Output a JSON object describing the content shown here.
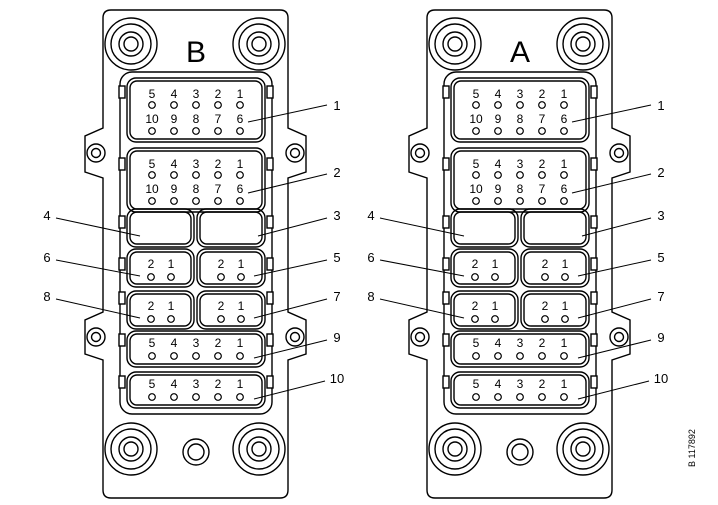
{
  "blocks": [
    {
      "label": "B",
      "connectors": {
        "c1": {
          "row1": [
            "5",
            "4",
            "3",
            "2",
            "1"
          ],
          "row2": [
            "10",
            "9",
            "8",
            "7",
            "6"
          ]
        },
        "c2": {
          "row1": [
            "5",
            "4",
            "3",
            "2",
            "1"
          ],
          "row2": [
            "10",
            "9",
            "8",
            "7",
            "6"
          ]
        },
        "c6": [
          "2",
          "1"
        ],
        "c5": [
          "2",
          "1"
        ],
        "c8": [
          "2",
          "1"
        ],
        "c7": [
          "2",
          "1"
        ],
        "c9": [
          "5",
          "4",
          "3",
          "2",
          "1"
        ],
        "c10": [
          "5",
          "4",
          "3",
          "2",
          "1"
        ]
      }
    },
    {
      "label": "A",
      "connectors": {
        "c1": {
          "row1": [
            "5",
            "4",
            "3",
            "2",
            "1"
          ],
          "row2": [
            "10",
            "9",
            "8",
            "7",
            "6"
          ]
        },
        "c2": {
          "row1": [
            "5",
            "4",
            "3",
            "2",
            "1"
          ],
          "row2": [
            "10",
            "9",
            "8",
            "7",
            "6"
          ]
        },
        "c6": [
          "2",
          "1"
        ],
        "c5": [
          "2",
          "1"
        ],
        "c8": [
          "2",
          "1"
        ],
        "c7": [
          "2",
          "1"
        ],
        "c9": [
          "5",
          "4",
          "3",
          "2",
          "1"
        ],
        "c10": [
          "5",
          "4",
          "3",
          "2",
          "1"
        ]
      }
    }
  ],
  "callouts": [
    "1",
    "2",
    "3",
    "4",
    "5",
    "6",
    "7",
    "8",
    "9",
    "10"
  ],
  "figure_code": "B 117892"
}
